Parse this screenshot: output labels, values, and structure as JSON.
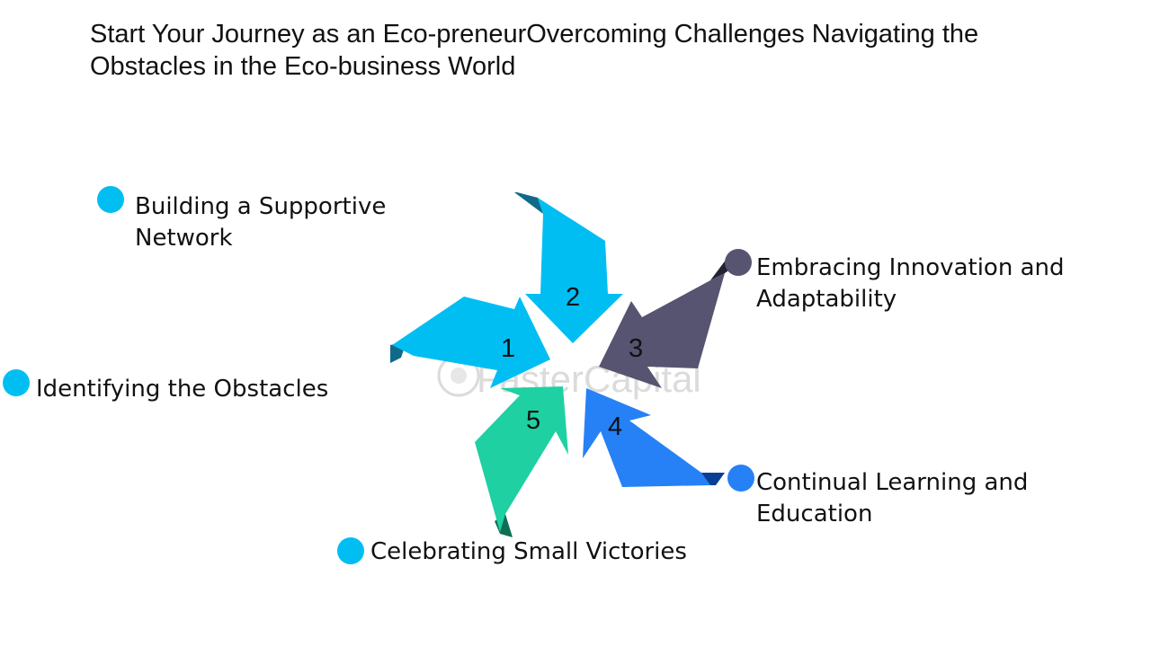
{
  "title": "Start Your Journey as an Eco-preneurOvercoming Challenges Navigating the Obstacles in the Eco-business World",
  "watermark": "FasterCapital",
  "steps": [
    {
      "number": "1",
      "label": "Identifying the Obstacles",
      "color": "#00BEF2"
    },
    {
      "number": "2",
      "label": "Building a Supportive Network",
      "color": "#00BEF2"
    },
    {
      "number": "3",
      "label": "Embracing Innovation and Adaptability",
      "color": "#565470"
    },
    {
      "number": "4",
      "label": "Continual Learning and Education",
      "color": "#2581F5"
    },
    {
      "number": "5",
      "label": "Celebrating Small Victories",
      "color": "#1FD0A2"
    }
  ],
  "dot_colors": [
    "#00BEF2",
    "#00BEF2",
    "#565470",
    "#2581F5",
    "#00BEF2"
  ]
}
